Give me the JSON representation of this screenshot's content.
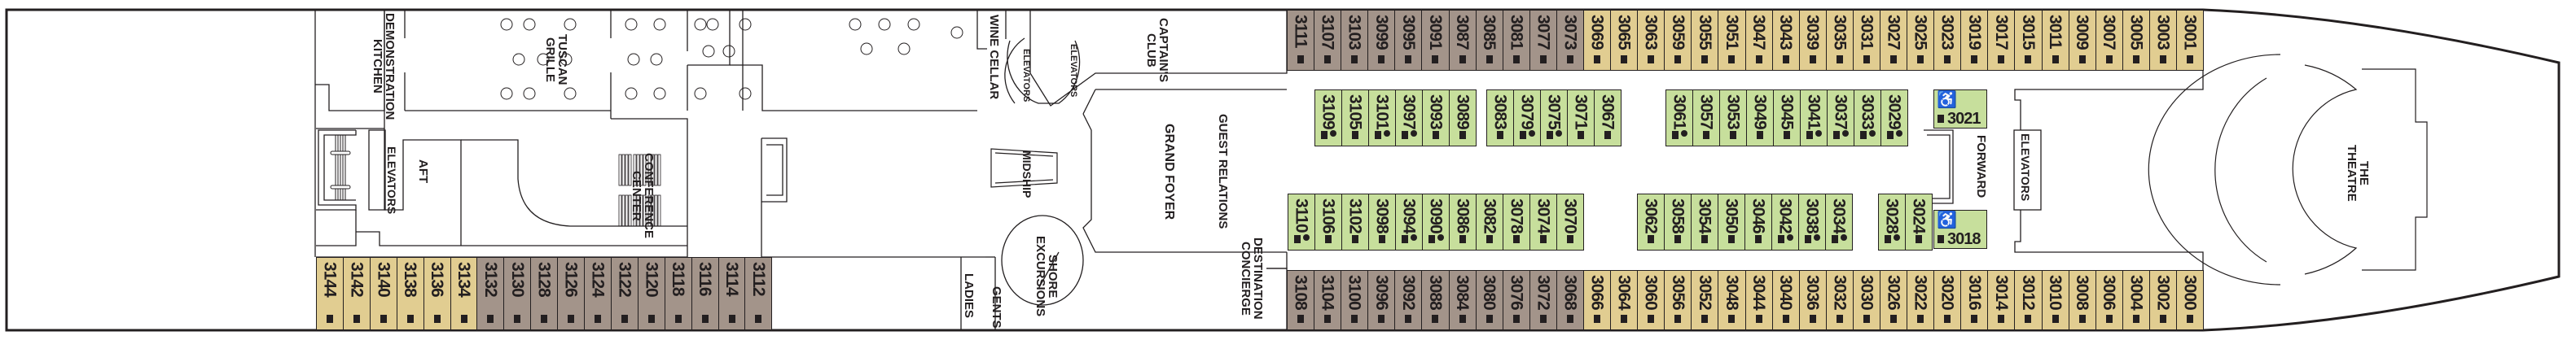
{
  "deck_plan": {
    "colors": {
      "oceanview": "#e1cd91",
      "interior_obstructed": "#a3948a",
      "inside": "#c7df9c",
      "line": "#231f20"
    },
    "venues": {
      "demonstration_kitchen": "DEMONSTRATION\nKITCHEN",
      "tuscan_grille": "TUSCAN\nGRILLE",
      "wine_cellar": "WINE CELLAR",
      "aft_elevators": "ELEVATORS",
      "aft": "AFT",
      "conference_center": "CONFERENCE\nCENTER",
      "midship": "MIDSHIP",
      "midship_elevators_1": "ELEVATORS",
      "midship_elevators_2": "ELEVATORS",
      "grand_foyer": "GRAND FOYER",
      "shore_excursions": "SHORE\nEXCURSIONS",
      "ladies": "LADIES",
      "gents": "GENTS",
      "captains_club": "CAPTAIN'S\nCLUB",
      "guest_relations": "GUEST RELATIONS",
      "destination_concierge": "DESTINATION\nCONCIERGE",
      "forward": "FORWARD",
      "forward_elevators": "ELEVATORS",
      "the_theatre": "THE\nTHEATRE"
    },
    "aft_bottom_row": [
      {
        "num": "3144",
        "type": "tan"
      },
      {
        "num": "3142",
        "type": "tan"
      },
      {
        "num": "3140",
        "type": "tan"
      },
      {
        "num": "3138",
        "type": "tan"
      },
      {
        "num": "3136",
        "type": "tan"
      },
      {
        "num": "3134",
        "type": "tan"
      },
      {
        "num": "3132",
        "type": "brown"
      },
      {
        "num": "3130",
        "type": "brown"
      },
      {
        "num": "3128",
        "type": "brown"
      },
      {
        "num": "3126",
        "type": "brown"
      },
      {
        "num": "3124",
        "type": "brown"
      },
      {
        "num": "3122",
        "type": "brown"
      },
      {
        "num": "3120",
        "type": "brown"
      },
      {
        "num": "3118",
        "type": "brown"
      },
      {
        "num": "3116",
        "type": "brown"
      },
      {
        "num": "3114",
        "type": "brown"
      },
      {
        "num": "3112",
        "type": "brown"
      }
    ],
    "top_row": [
      {
        "num": "3111",
        "type": "brown"
      },
      {
        "num": "3107",
        "type": "brown"
      },
      {
        "num": "3103",
        "type": "brown"
      },
      {
        "num": "3099",
        "type": "brown"
      },
      {
        "num": "3095",
        "type": "brown"
      },
      {
        "num": "3091",
        "type": "brown"
      },
      {
        "num": "3087",
        "type": "brown"
      },
      {
        "num": "3085",
        "type": "brown"
      },
      {
        "num": "3081",
        "type": "brown"
      },
      {
        "num": "3077",
        "type": "brown"
      },
      {
        "num": "3073",
        "type": "brown"
      },
      {
        "num": "3069",
        "type": "tan"
      },
      {
        "num": "3065",
        "type": "tan"
      },
      {
        "num": "3063",
        "type": "tan"
      },
      {
        "num": "3059",
        "type": "tan"
      },
      {
        "num": "3055",
        "type": "tan"
      },
      {
        "num": "3051",
        "type": "tan"
      },
      {
        "num": "3047",
        "type": "tan"
      },
      {
        "num": "3043",
        "type": "tan"
      },
      {
        "num": "3039",
        "type": "tan"
      },
      {
        "num": "3035",
        "type": "tan"
      },
      {
        "num": "3031",
        "type": "tan"
      },
      {
        "num": "3027",
        "type": "tan"
      },
      {
        "num": "3025",
        "type": "tan"
      },
      {
        "num": "3023",
        "type": "tan"
      },
      {
        "num": "3019",
        "type": "tan"
      },
      {
        "num": "3017",
        "type": "tan"
      },
      {
        "num": "3015",
        "type": "tan"
      },
      {
        "num": "3011",
        "type": "tan"
      },
      {
        "num": "3009",
        "type": "tan"
      },
      {
        "num": "3007",
        "type": "tan"
      },
      {
        "num": "3005",
        "type": "tan"
      },
      {
        "num": "3003",
        "type": "tan"
      },
      {
        "num": "3001",
        "type": "tan"
      }
    ],
    "bottom_row": [
      {
        "num": "3108",
        "type": "brown"
      },
      {
        "num": "3104",
        "type": "brown"
      },
      {
        "num": "3100",
        "type": "brown"
      },
      {
        "num": "3096",
        "type": "brown"
      },
      {
        "num": "3092",
        "type": "brown"
      },
      {
        "num": "3088",
        "type": "brown"
      },
      {
        "num": "3084",
        "type": "brown"
      },
      {
        "num": "3080",
        "type": "brown"
      },
      {
        "num": "3076",
        "type": "brown"
      },
      {
        "num": "3072",
        "type": "brown"
      },
      {
        "num": "3068",
        "type": "brown"
      },
      {
        "num": "3066",
        "type": "tan"
      },
      {
        "num": "3064",
        "type": "tan"
      },
      {
        "num": "3060",
        "type": "tan"
      },
      {
        "num": "3056",
        "type": "tan"
      },
      {
        "num": "3052",
        "type": "tan"
      },
      {
        "num": "3048",
        "type": "tan"
      },
      {
        "num": "3044",
        "type": "tan"
      },
      {
        "num": "3040",
        "type": "tan"
      },
      {
        "num": "3036",
        "type": "tan"
      },
      {
        "num": "3032",
        "type": "tan"
      },
      {
        "num": "3030",
        "type": "tan"
      },
      {
        "num": "3026",
        "type": "tan"
      },
      {
        "num": "3022",
        "type": "tan"
      },
      {
        "num": "3020",
        "type": "tan"
      },
      {
        "num": "3016",
        "type": "tan"
      },
      {
        "num": "3014",
        "type": "tan"
      },
      {
        "num": "3012",
        "type": "tan"
      },
      {
        "num": "3010",
        "type": "tan"
      },
      {
        "num": "3008",
        "type": "tan"
      },
      {
        "num": "3006",
        "type": "tan"
      },
      {
        "num": "3004",
        "type": "tan"
      },
      {
        "num": "3002",
        "type": "tan"
      },
      {
        "num": "3000",
        "type": "tan"
      }
    ],
    "inner_top": [
      [
        {
          "num": "3109",
          "dot": true
        },
        {
          "num": "3105"
        },
        {
          "num": "3101",
          "dot": true
        },
        {
          "num": "3097",
          "dot": true
        },
        {
          "num": "3093"
        },
        {
          "num": "3089"
        }
      ],
      [
        {
          "num": "3083"
        },
        {
          "num": "3079",
          "dot": true
        },
        {
          "num": "3075",
          "dot": true
        },
        {
          "num": "3071"
        },
        {
          "num": "3067"
        }
      ],
      [
        {
          "num": "3061",
          "dot": true
        },
        {
          "num": "3057"
        },
        {
          "num": "3053"
        },
        {
          "num": "3049"
        },
        {
          "num": "3045"
        },
        {
          "num": "3041",
          "dot": true
        },
        {
          "num": "3037",
          "dot": true
        },
        {
          "num": "3033",
          "dot": true
        },
        {
          "num": "3029",
          "dot": true
        }
      ]
    ],
    "inner_bottom": [
      [
        {
          "num": "3110",
          "dot": true
        },
        {
          "num": "3106"
        },
        {
          "num": "3102"
        },
        {
          "num": "3098"
        },
        {
          "num": "3094",
          "dot": true
        },
        {
          "num": "3090",
          "dot": true
        },
        {
          "num": "3086"
        },
        {
          "num": "3082"
        },
        {
          "num": "3078"
        },
        {
          "num": "3074"
        },
        {
          "num": "3070"
        }
      ],
      [
        {
          "num": "3062"
        },
        {
          "num": "3058"
        },
        {
          "num": "3054"
        },
        {
          "num": "3050"
        },
        {
          "num": "3046"
        },
        {
          "num": "3042",
          "dot": true
        },
        {
          "num": "3038",
          "dot": true
        },
        {
          "num": "3034",
          "dot": true
        }
      ],
      [
        {
          "num": "3028",
          "dot": true
        },
        {
          "num": "3024"
        }
      ]
    ],
    "accessible": [
      {
        "num": "3021",
        "icon": "wheelchair-icon"
      },
      {
        "num": "3018",
        "icon": "wheelchair-icon"
      }
    ]
  }
}
